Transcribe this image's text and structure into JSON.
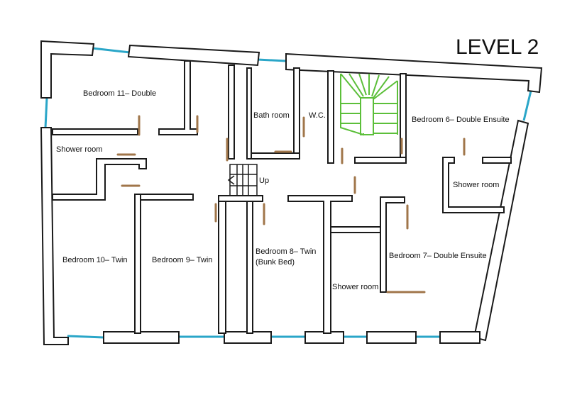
{
  "title": "LEVEL 2",
  "rooms": {
    "bedroom11": "Bedroom 11– Double",
    "bathroom": "Bath room",
    "wc": "W.C.",
    "bedroom6": "Bedroom 6– Double Ensuite",
    "shower_a": "Shower room",
    "shower_b": "Shower room",
    "shower_c": "Shower room",
    "stairs_up": "Up",
    "bedroom10": "Bedroom 10– Twin",
    "bedroom9": "Bedroom 9– Twin",
    "bedroom8": "Bedroom 8– Twin",
    "bedroom8_note": "(Bunk Bed)",
    "bedroom7": "Bedroom 7– Double Ensuite"
  },
  "colors": {
    "wall": "#1a1a1a",
    "window": "#2aa6c8",
    "door": "#a0764a",
    "stair": "#5cbf3a"
  }
}
